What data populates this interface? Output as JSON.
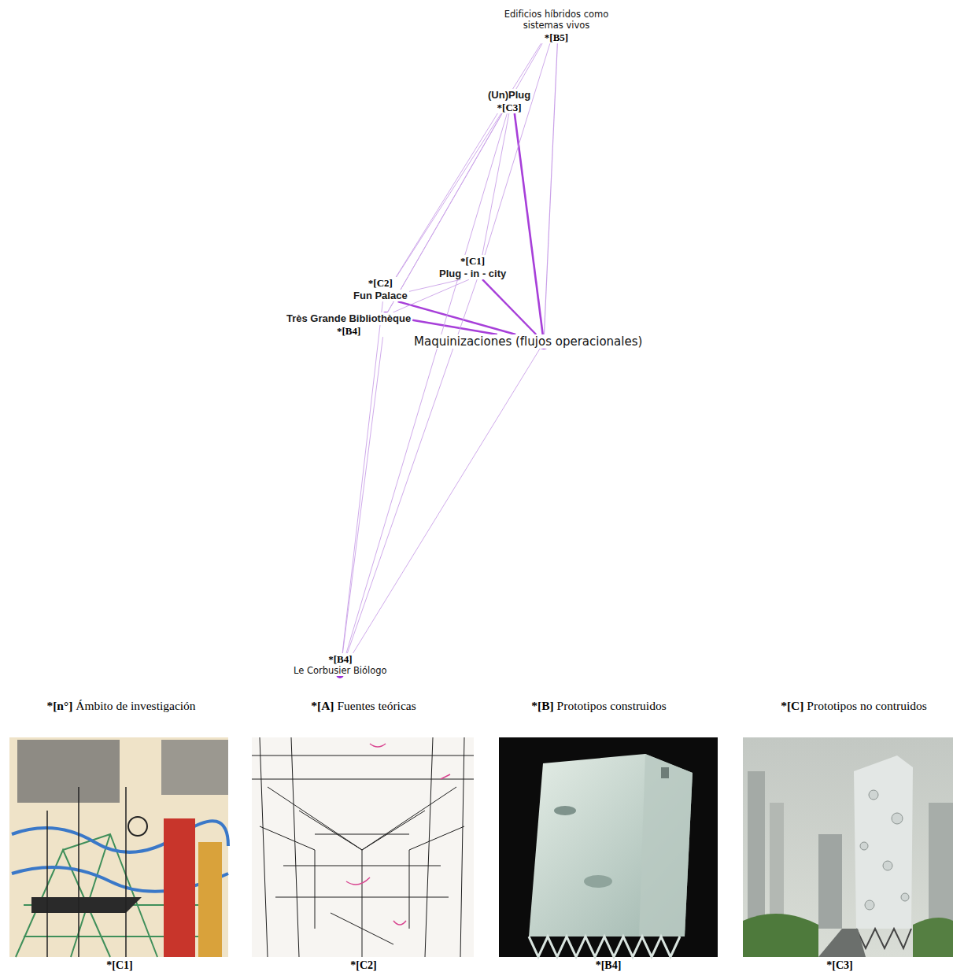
{
  "diagram": {
    "nodes": [
      {
        "text": [
          "Edificios híbridos como sistemas vivos",
          "*[B5]"
        ]
      },
      {
        "text": [
          "(Un)Plug",
          "*[C3]"
        ]
      },
      {
        "text": [
          "*[C1]",
          "Plug - in - city"
        ]
      },
      {
        "text": [
          "*[C2]",
          "Fun Palace"
        ]
      },
      {
        "text": [
          "Très Grande Bibliothèque",
          "*[B4]"
        ]
      },
      {
        "text": [
          "Maquinizaciones (flujos operacionales)"
        ]
      },
      {
        "text": [
          "*[B4]",
          "Le Corbusier Biólogo"
        ]
      }
    ],
    "edges": [
      {
        "from": 5,
        "to": 0,
        "arrow": "none"
      },
      {
        "from": 5,
        "to": 1,
        "arrow": "none"
      },
      {
        "from": 5,
        "to": 2,
        "arrow": "none"
      },
      {
        "from": 5,
        "to": 3,
        "arrow": "none"
      },
      {
        "from": 5,
        "to": 4,
        "arrow": "none"
      },
      {
        "from": 5,
        "to": 6,
        "arrow": "none"
      },
      {
        "from": 0,
        "to": 3,
        "arrow": "none"
      },
      {
        "from": 0,
        "to": 4,
        "arrow": "none"
      },
      {
        "from": 0,
        "to": 2,
        "arrow": "none"
      },
      {
        "from": 1,
        "to": 3,
        "arrow": "none"
      },
      {
        "from": 1,
        "to": 4,
        "arrow": "none"
      },
      {
        "from": 1,
        "to": 2,
        "arrow": "none"
      },
      {
        "from": 1,
        "to": 6,
        "arrow": "none"
      },
      {
        "from": 2,
        "to": 3,
        "arrow": "none"
      },
      {
        "from": 2,
        "to": 4,
        "arrow": "none"
      },
      {
        "from": 2,
        "to": 6,
        "arrow": "none"
      },
      {
        "from": 3,
        "to": 6,
        "arrow": "none"
      },
      {
        "from": 4,
        "to": 6,
        "arrow": "none"
      }
    ],
    "labels": [
      "*[n°] Ámbito de investigación",
      "*[A] Fuentes teóricas",
      "*[B] Prototipos construidos",
      "*[C] Prototipos no contruidos",
      "*[C1]",
      "*[C2]",
      "*[B4]",
      "*[C3]"
    ]
  }
}
